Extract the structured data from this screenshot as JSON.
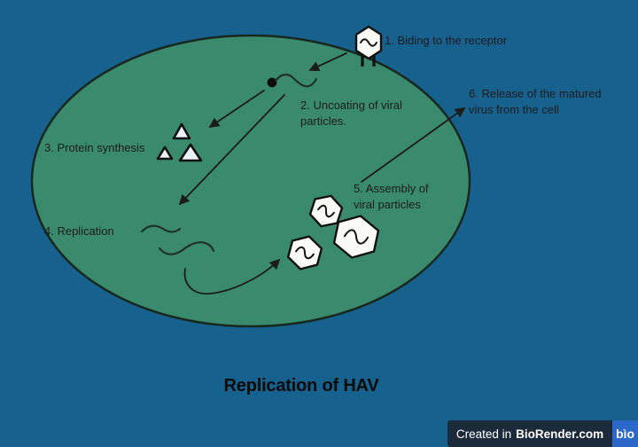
{
  "title": "Replication of HAV",
  "steps": [
    {
      "label": "1. Biding to the receptor"
    },
    {
      "label": "2. Uncoating of viral particles."
    },
    {
      "label": "3. Protein synthesis"
    },
    {
      "label": "4. Replication"
    },
    {
      "label": "5. Assembly of viral particles"
    },
    {
      "label": "6. Release of the matured virus from the cell"
    }
  ],
  "badge": {
    "created_prefix": "Created in",
    "brand": "BioRender.com",
    "logo_text": "bìo"
  },
  "icons": {
    "virus": "hexagon-with-tilde",
    "rna": "squiggle-line",
    "protein": "triangle",
    "receptor": "two-stalks-on-membrane"
  },
  "colors": {
    "background": "#17618f",
    "cell": "#3a8a6e",
    "outline": "#17281f",
    "ink": "#1c1c1c",
    "virus-fill": "#fafaf7",
    "triangle-fill": "#edf2fa",
    "badge-bg": "#1c2b3b",
    "logo-bg": "#2b68c9",
    "badge-text": "#ffffff"
  }
}
